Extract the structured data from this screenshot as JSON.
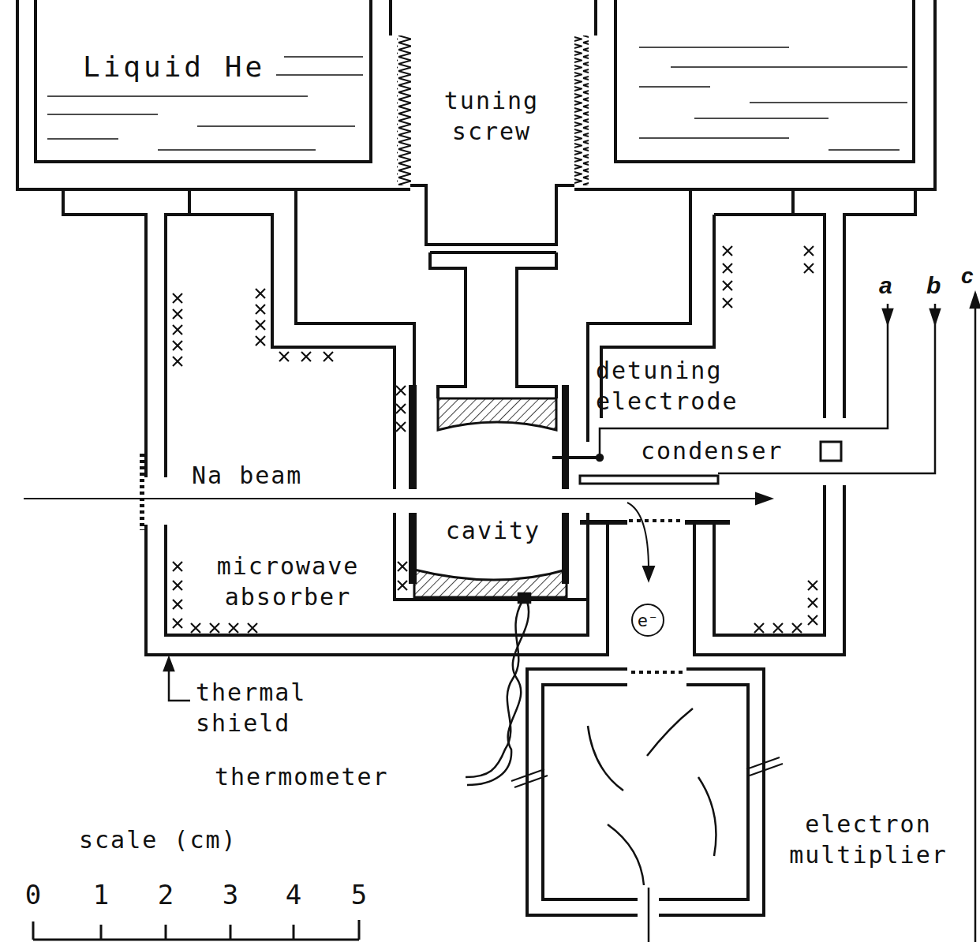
{
  "diagram": {
    "nodes": [
      {
        "text": [
          "Liquid He"
        ]
      },
      {
        "text": [
          "cavity"
        ]
      },
      {
        "text": [
          "e⁻"
        ]
      }
    ],
    "labels": [
      "tuning screw",
      "detuning electrode",
      "condenser",
      "Na beam",
      "microwave absorber",
      "thermal shield",
      "thermometer",
      "electron multiplier",
      "scale (cm)",
      "0",
      "1",
      "2",
      "3",
      "4",
      "5",
      "a",
      "b",
      "c"
    ]
  }
}
